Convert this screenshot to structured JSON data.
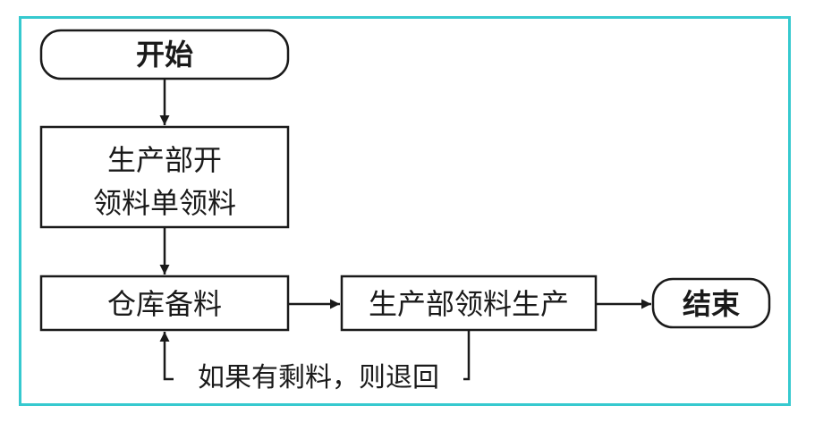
{
  "diagram": {
    "nodes": {
      "start": {
        "label": "开始",
        "shape": "rounded"
      },
      "request": {
        "label_lines": [
          "生产部开",
          "领料单领料"
        ],
        "shape": "rect"
      },
      "warehouse": {
        "label": "仓库备料",
        "shape": "rect"
      },
      "production": {
        "label": "生产部领料生产",
        "shape": "rect"
      },
      "end": {
        "label": "结束",
        "shape": "rounded"
      }
    },
    "return_note": "如果有剩料，则退回",
    "colors": {
      "frame": "#36c9cf",
      "line": "#1a1a1a",
      "text": "#1a1a1a"
    }
  }
}
